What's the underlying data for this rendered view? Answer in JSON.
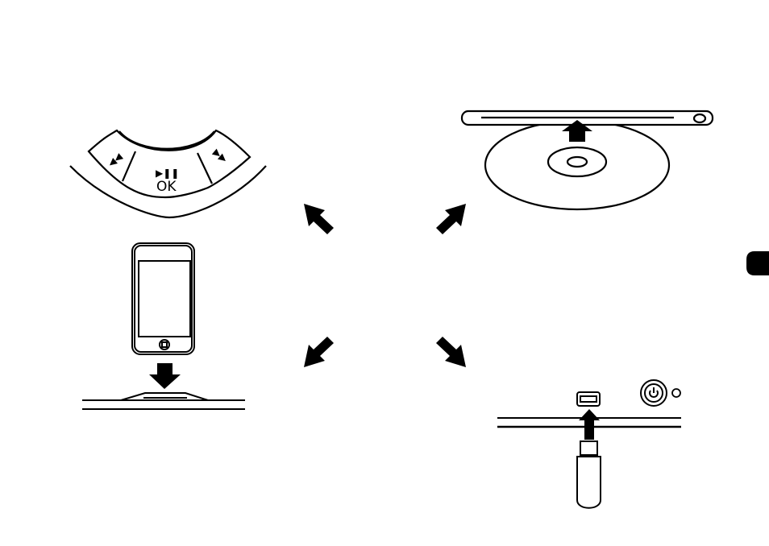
{
  "remote": {
    "ok_label": "OK",
    "play_pause_symbol": "▶❚❚",
    "prev_symbol": "◀◀",
    "next_symbol": "▶▶"
  },
  "icons": {
    "arrows": "thick-black-arrow",
    "power": "power-icon",
    "usb_port": "usb-port-icon",
    "disc": "disc-icon",
    "player": "portable-player-icon",
    "section_tab": "section-tab-marker"
  },
  "colors": {
    "ink": "#000000",
    "paper": "#ffffff",
    "tab": "#000000"
  }
}
